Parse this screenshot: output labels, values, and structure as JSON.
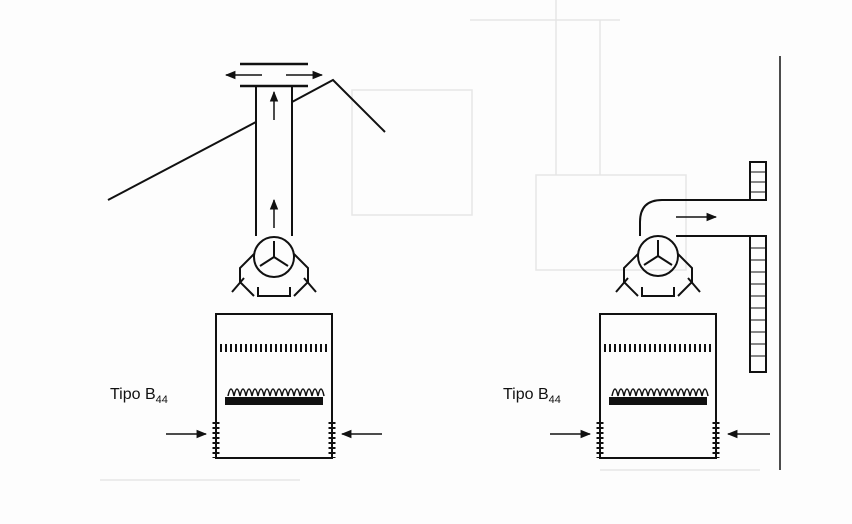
{
  "diagram": {
    "left": {
      "label_main": "Tipo B",
      "label_sub": "44"
    },
    "right": {
      "label_main": "Tipo B",
      "label_sub": "44"
    }
  },
  "colors": {
    "ink": "#111111",
    "ghost": "#e6e6e6",
    "background": "#fdfdfd"
  }
}
